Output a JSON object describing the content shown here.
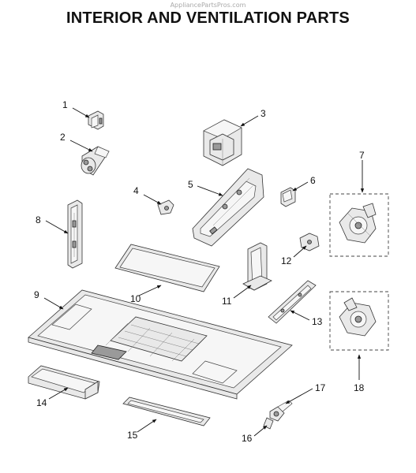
{
  "watermark": "AppliancePartsPros.com",
  "title": "INTERIOR AND VENTILATION PARTS",
  "callouts": {
    "c1": "1",
    "c2": "2",
    "c3": "3",
    "c4": "4",
    "c5": "5",
    "c6": "6",
    "c7": "7",
    "c8": "8",
    "c9": "9",
    "c10": "10",
    "c11": "11",
    "c12": "12",
    "c13": "13",
    "c14": "14",
    "c15": "15",
    "c16": "16",
    "c17": "17",
    "c18": "18"
  }
}
